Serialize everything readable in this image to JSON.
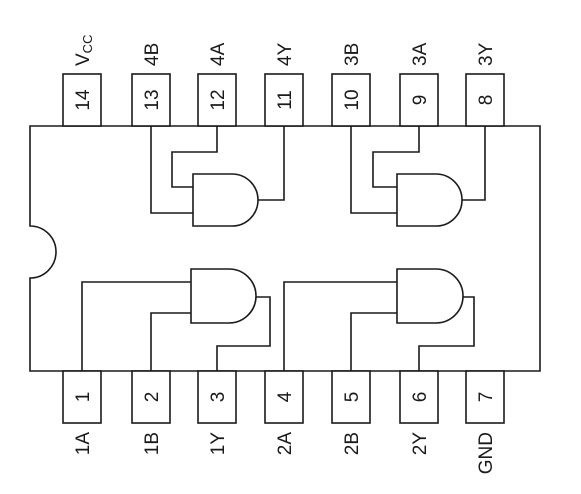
{
  "chip": {
    "top_pins": [
      {
        "number": "14",
        "label": "V",
        "label_sub": "CC"
      },
      {
        "number": "13",
        "label": "4B"
      },
      {
        "number": "12",
        "label": "4A"
      },
      {
        "number": "11",
        "label": "4Y"
      },
      {
        "number": "10",
        "label": "3B"
      },
      {
        "number": "9",
        "label": "3A"
      },
      {
        "number": "8",
        "label": "3Y"
      }
    ],
    "bottom_pins": [
      {
        "number": "1",
        "label": "1A"
      },
      {
        "number": "2",
        "label": "1B"
      },
      {
        "number": "3",
        "label": "1Y"
      },
      {
        "number": "4",
        "label": "2A"
      },
      {
        "number": "5",
        "label": "2B"
      },
      {
        "number": "6",
        "label": "2Y"
      },
      {
        "number": "7",
        "label": "GND"
      }
    ]
  }
}
